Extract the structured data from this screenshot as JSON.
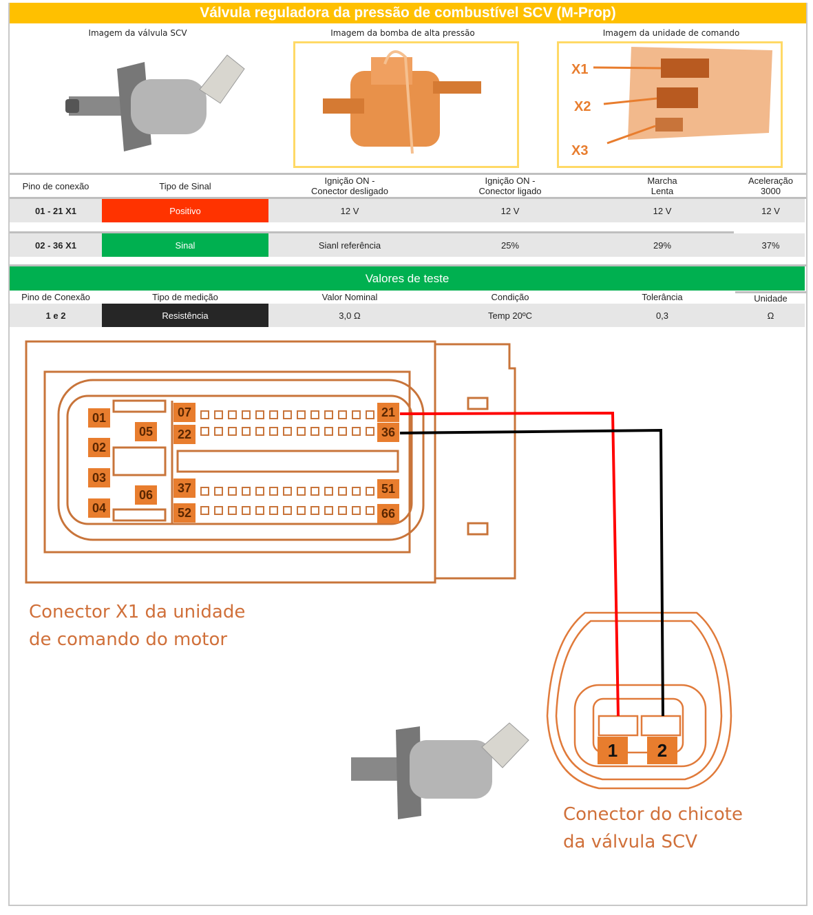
{
  "title": "Válvula reguladora da pressão de combustível SCV (M-Prop)",
  "images": {
    "valve": "Imagem da válvula SCV",
    "pump": "Imagem da bomba de alta pressão",
    "ecu": "Imagem da unidade de comando",
    "ecu_labels": [
      "X1",
      "X2",
      "X3"
    ]
  },
  "signal_table": {
    "headers": [
      "Pino de conexão",
      "Tipo de Sinal",
      "Ignição ON -\nConector desligado",
      "Ignição ON -\nConector ligado",
      "Marcha\nLenta",
      "Aceleração\n3000"
    ],
    "rows": [
      {
        "pin": "01 - 21 X1",
        "type": "Positivo",
        "color": "#FF3300",
        "values": [
          "12 V",
          "12 V",
          "12 V",
          "12 V"
        ]
      },
      {
        "pin": "02 - 36 X1",
        "type": "Sinal",
        "color": "#00B050",
        "values": [
          "Sianl referência",
          "25%",
          "29%",
          "37%"
        ]
      }
    ]
  },
  "test": {
    "title": "Valores de teste",
    "headers": [
      "Pino de Conexão",
      "Tipo de medição",
      "Valor Nominal",
      "Condição",
      "Tolerância",
      "Unidade"
    ],
    "row": {
      "pin": "1 e 2",
      "type": "Resistência",
      "values": [
        "3,0 Ω",
        "Temp 20ºC",
        "0,3",
        "Ω"
      ]
    }
  },
  "diagram": {
    "ecu_pins": [
      "01",
      "02",
      "03",
      "04",
      "05",
      "06",
      "07",
      "22",
      "37",
      "52",
      "21",
      "36",
      "51",
      "66"
    ],
    "harness_pins": [
      "1",
      "2"
    ],
    "ecu_label": "Conector X1 da unidade\nde comando do motor",
    "harness_label": "Conector do chicote\nda válvula SCV"
  }
}
